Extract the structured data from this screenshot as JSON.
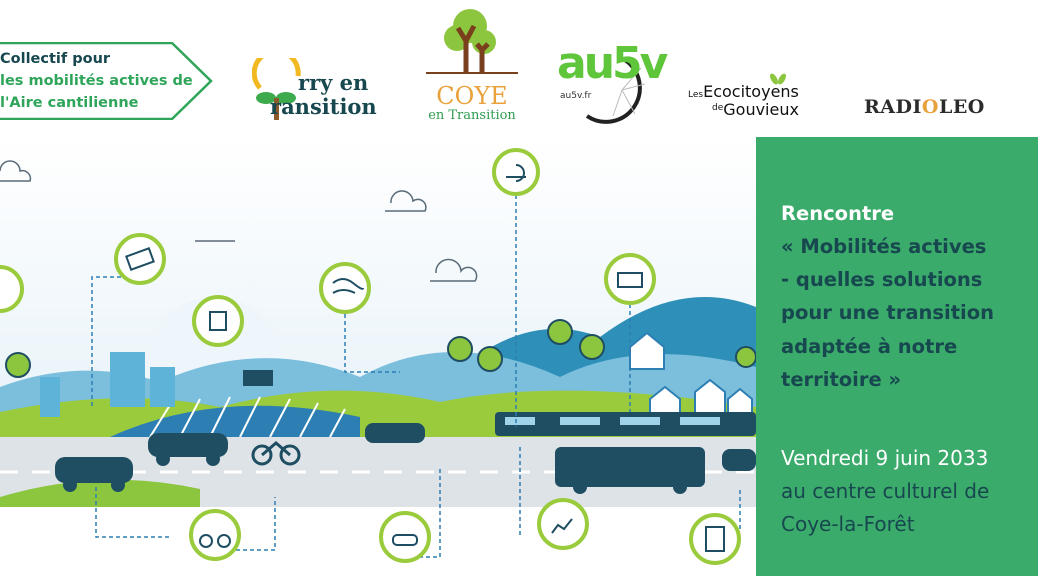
{
  "header": {
    "collectif": {
      "line1": "Collectif pour",
      "line2": "les mobilités actives de",
      "line3": "l'Aire cantilienne"
    },
    "logos": {
      "orry": {
        "line1": "rry en",
        "line2": "ransition"
      },
      "coye": {
        "line1": "COYE",
        "line2": "en Transition"
      },
      "au5v": {
        "mark": "au5v",
        "url": "au5v.fr"
      },
      "ecocitoyens": {
        "pre": "Les",
        "line1": "Ecocitoyens",
        "pre2": "de",
        "line2": "Gouvieux"
      },
      "radioleo": {
        "a": "RADI",
        "b": "O",
        "c": "LEO"
      }
    }
  },
  "event": {
    "kicker": "Rencontre",
    "title_lines": [
      "« Mobilités actives",
      "- quelles solutions",
      "pour une transition",
      "adaptée à notre",
      "territoire »"
    ],
    "date": "Vendredi 9 juin 2033",
    "place_line1": "au centre culturel de",
    "place_line2": "Coye-la-Forêt"
  },
  "colors": {
    "panel": "#3bab6b",
    "dark": "#17474f",
    "green": "#2fa55a",
    "orange": "#e9a13b"
  }
}
